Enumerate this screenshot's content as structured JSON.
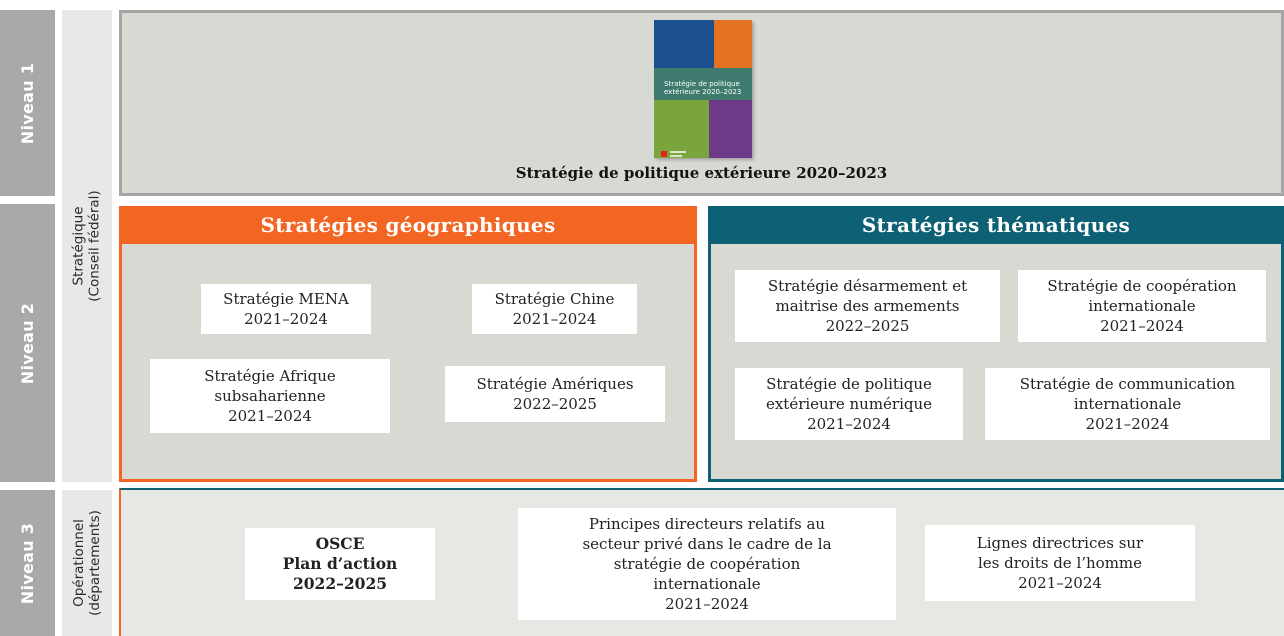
{
  "levels": {
    "n1": "Niveau 1",
    "n2": "Niveau 2",
    "n3": "Niveau 3"
  },
  "side_labels": {
    "strategic_line1": "Stratégique",
    "strategic_line2": "(Conseil fédéral)",
    "operational_line1": "Opérationnel",
    "operational_line2": "(départements)"
  },
  "level1": {
    "cover_title_line1": "Stratégie de politique",
    "cover_title_line2": "extérieure 2020–2023",
    "title": "Stratégie de politique extérieure 2020–2023"
  },
  "geographic": {
    "heading": "Stratégies géographiques",
    "items": [
      {
        "lines": [
          "Stratégie MENA",
          "2021–2024"
        ]
      },
      {
        "lines": [
          "Stratégie Chine",
          "2021–2024"
        ]
      },
      {
        "lines": [
          "Stratégie Afrique",
          "subsaharienne",
          "2021–2024"
        ]
      },
      {
        "lines": [
          "Stratégie Amériques",
          "2022–2025"
        ]
      }
    ]
  },
  "thematic": {
    "heading": "Stratégies thématiques",
    "items": [
      {
        "lines": [
          "Stratégie désarmement et",
          "maitrise des armements",
          "2022–2025"
        ]
      },
      {
        "lines": [
          "Stratégie de coopération",
          "internationale",
          "2021–2024"
        ]
      },
      {
        "lines": [
          "Stratégie de politique",
          "extérieure numérique",
          "2021–2024"
        ]
      },
      {
        "lines": [
          "Stratégie de communication",
          "internationale",
          "2021–2024"
        ]
      }
    ]
  },
  "operational": {
    "items": [
      {
        "lines": [
          "OSCE",
          "Plan d’action",
          "2022–2025"
        ]
      },
      {
        "lines": [
          "Principes directeurs relatifs au",
          "secteur privé dans le cadre de la",
          "stratégie de coopération",
          "internationale",
          "2021–2024"
        ]
      },
      {
        "lines": [
          "Lignes directrices sur",
          "les droits de l’homme",
          "2021–2024"
        ]
      }
    ]
  },
  "colors": {
    "geographic": "#f26522",
    "thematic": "#0e6174",
    "level_label": "#a9a9a7",
    "panel": "#d9d9d4"
  }
}
